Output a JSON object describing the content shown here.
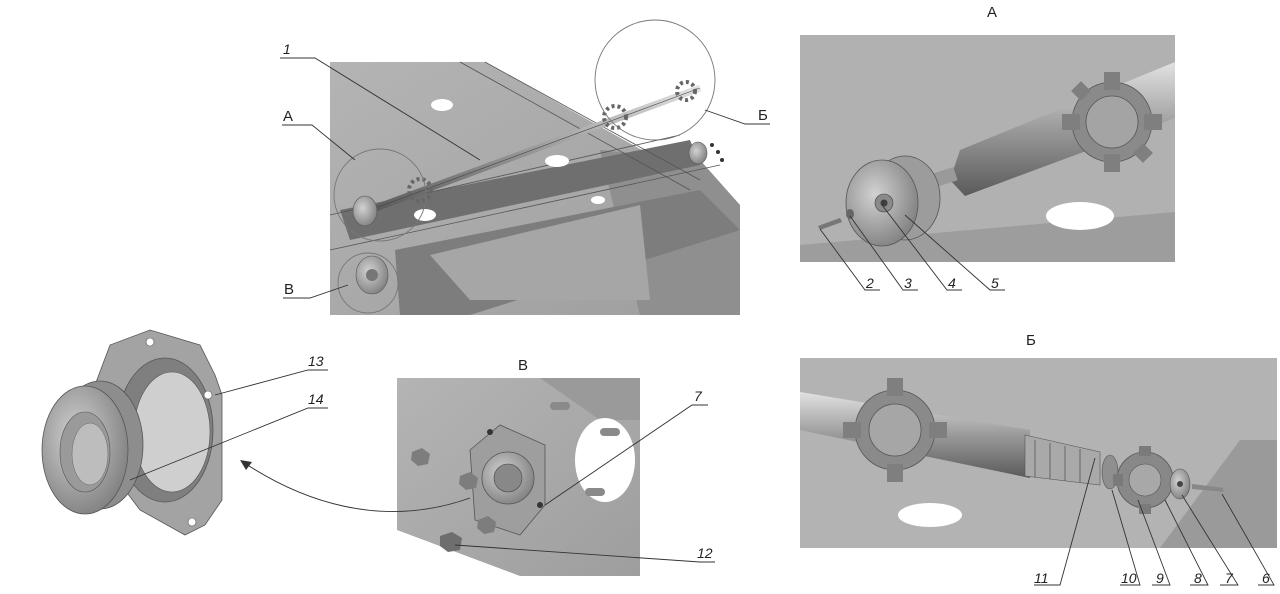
{
  "views": {
    "a": "А",
    "b": "Б",
    "v": "В"
  },
  "callouts": {
    "main": {
      "c1": "1",
      "a": "А",
      "b": "Б",
      "v": "В"
    },
    "detail_a": {
      "c2": "2",
      "c3": "3",
      "c4": "4",
      "c5": "5"
    },
    "detail_b": {
      "c11": "11",
      "c10": "10",
      "c9": "9",
      "c8": "8",
      "c7": "7",
      "c6": "6"
    },
    "detail_v": {
      "c7": "7",
      "c12": "12"
    },
    "flange": {
      "c13": "13",
      "c14": "14"
    }
  },
  "colors": {
    "plate": "#a9a9a9",
    "plate_dark": "#8c8c8c",
    "metal": "#b8b8b8",
    "background": "#ffffff"
  }
}
